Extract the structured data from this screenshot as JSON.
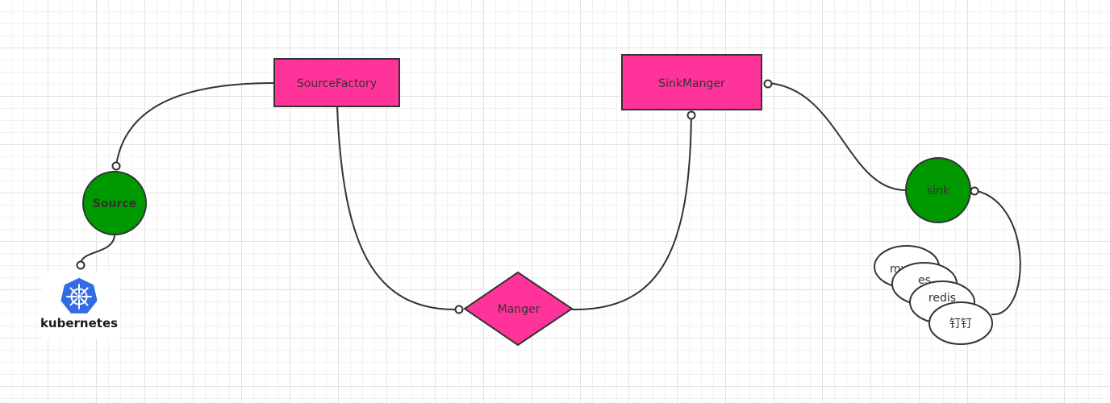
{
  "colors": {
    "box_fill": "#ff3399",
    "circle_fill": "#009900",
    "stroke": "#333333",
    "k8s_blue": "#326ce5"
  },
  "nodes": {
    "source_factory": "SourceFactory",
    "sink_manger": "SinkManger",
    "manger": "Manger",
    "source": "Source",
    "sink": "sink",
    "sink_targets": [
      "mysql",
      "es",
      "redis",
      "钉钉"
    ]
  },
  "logo": {
    "icon": "kubernetes-helm-icon",
    "text": "kubernetes"
  }
}
